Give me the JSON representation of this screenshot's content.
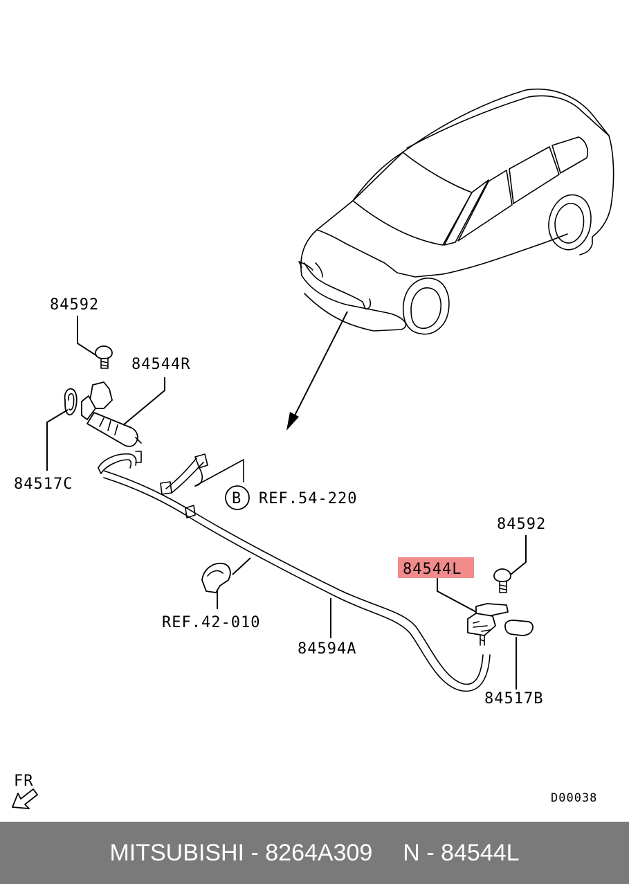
{
  "callouts": {
    "bolt_upper": "84592",
    "nozzle_right": "84544R",
    "gasket_left": "84517C",
    "ref_54": "REF.54-220",
    "ref_circle_letter": "B",
    "bolt_lower": "84592",
    "nozzle_left": "84544L",
    "ref_42": "REF.42-010",
    "hose": "84594A",
    "gasket_right": "84517B"
  },
  "direction_label": "FR",
  "diagram_code": "D00038",
  "highlight_color": "#f28b8b",
  "footer": {
    "brand": "MITSUBISHI",
    "separator": "-",
    "part_number": "8264A309",
    "prefix": "N",
    "separator2": "-",
    "code": "84544L"
  }
}
